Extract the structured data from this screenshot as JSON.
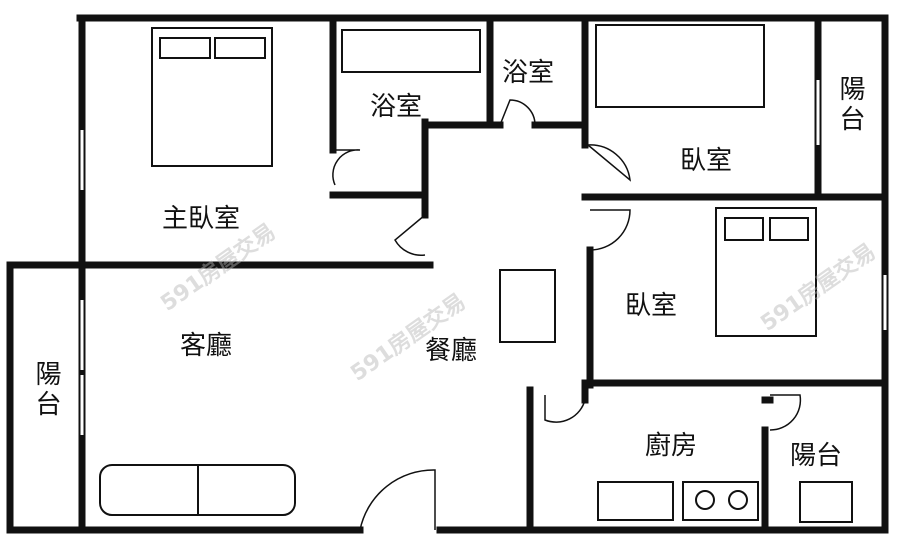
{
  "rooms": {
    "master_bedroom": "主臥室",
    "bath_1": "浴室",
    "bath_2": "浴室",
    "bedroom_1": "臥室",
    "bedroom_2": "臥室",
    "balcony_top": "陽台",
    "balcony_left": "陽台",
    "balcony_kitchen": "陽台",
    "living_room": "客廳",
    "dining_room": "餐廳",
    "kitchen": "廚房"
  },
  "watermark": "591房屋交易"
}
